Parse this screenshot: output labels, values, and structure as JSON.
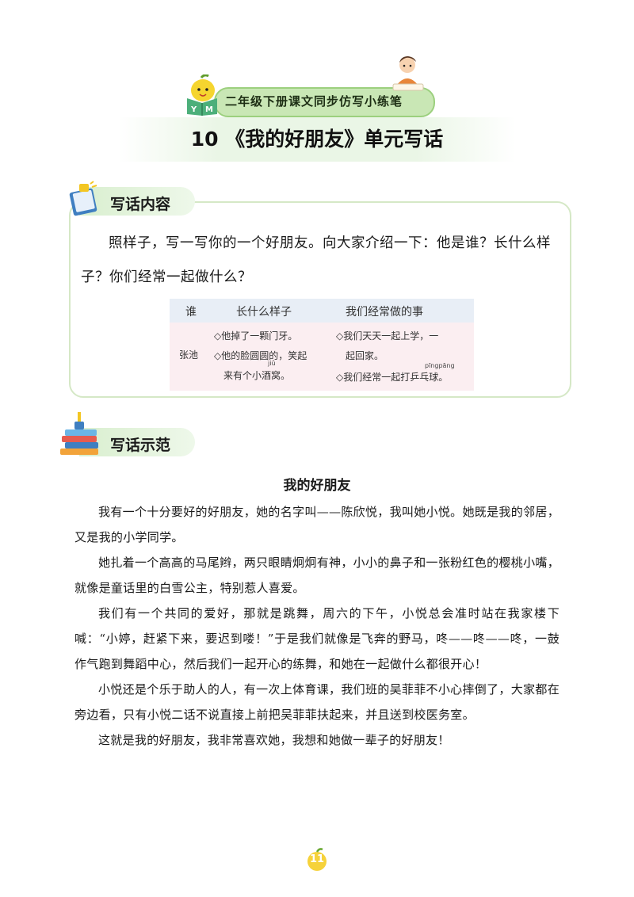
{
  "header": {
    "series_label": "二年级下册课文同步仿写小练笔",
    "title": "10 《我的好朋友》单元写话",
    "mascot_letters": [
      "Y",
      "M"
    ]
  },
  "section_content": {
    "label": "写话内容",
    "prompt": "照样子，写一写你的一个好朋友。向大家介绍一下：他是谁？长什么样子？你们经常一起做什么？",
    "table": {
      "headers": [
        "谁",
        "长什么样子",
        "我们经常做的事"
      ],
      "name": "张池",
      "looks": [
        "◇他掉了一颗门牙。",
        "◇他的脸圆圆的，笑起",
        "来有个小酒窝。"
      ],
      "looks_pinyin": "jiǔ",
      "activities": [
        "◇我们天天一起上学，一",
        "起回家。",
        "◇我们经常一起打乒乓球。"
      ],
      "activities_pinyin": "pīngpāng"
    }
  },
  "section_example": {
    "label": "写话示范",
    "essay_title": "我的好朋友",
    "paragraphs": [
      "我有一个十分要好的好朋友，她的名字叫——陈欣悦，我叫她小悦。她既是我的邻居，又是我的小学同学。",
      "她扎着一个高高的马尾辫，两只眼睛炯炯有神，小小的鼻子和一张粉红色的樱桃小嘴，就像是童话里的白雪公主，特别惹人喜爱。",
      "我们有一个共同的爱好，那就是跳舞，周六的下午，小悦总会准时站在我家楼下喊：“小婷，赶紧下来，要迟到喽！”于是我们就像是飞奔的野马，咚——咚——咚，一鼓作气跑到舞蹈中心，然后我们一起开心的练舞，和她在一起做什么都很开心！",
      "小悦还是个乐于助人的人，有一次上体育课，我们班的吴菲菲不小心摔倒了，大家都在旁边看，只有小悦二话不说直接上前把吴菲菲扶起来，并且送到校医务室。",
      "这就是我的好朋友，我非常喜欢她，我想和她做一辈子的好朋友！"
    ]
  },
  "footer": {
    "page_number": "11"
  },
  "colors": {
    "accent_green": "#9cd07e",
    "banner_green": "#c9e7b5",
    "page_badge": "#f6d23a"
  }
}
